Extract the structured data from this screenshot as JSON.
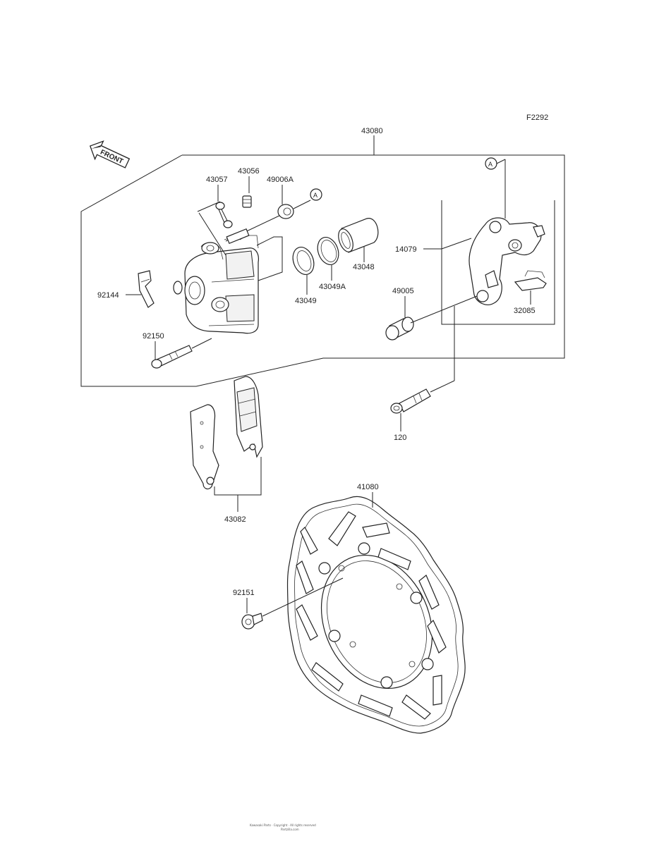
{
  "diagram": {
    "code": "F2292",
    "front_label": "FRONT",
    "ref_marker": "A",
    "parts": {
      "caliper_assy": "43080",
      "bleeder_cap": "43057",
      "bleeder_valve": "43056",
      "boot": "49006A",
      "piston": "43048",
      "seal_a": "43049A",
      "seal": "43049",
      "bracket": "14079",
      "boot_pin": "49005",
      "pad_spring": "32085",
      "pad_clip": "92144",
      "pin_bolt": "92150",
      "caliper_bolt": "120",
      "pad_set": "43082",
      "disc": "41080",
      "disc_bolt": "92151"
    },
    "footer_line1": "Kawasaki Parts · Copyright · All rights reserved",
    "footer_line2": "Partzilla.com"
  }
}
